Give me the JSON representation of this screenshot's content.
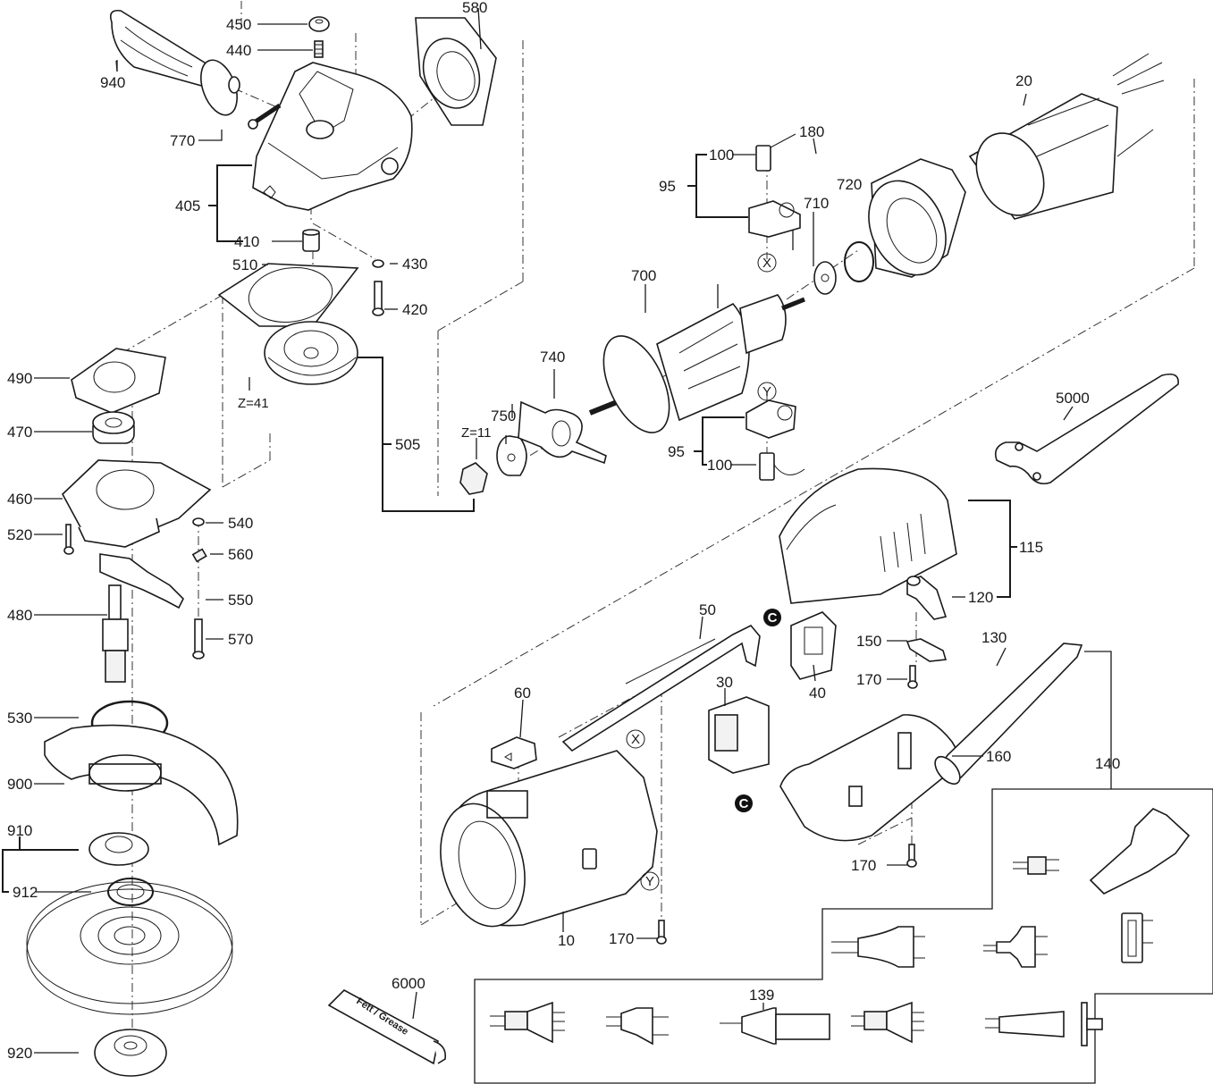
{
  "diagram": {
    "title": "Angle grinder exploded parts diagram",
    "parts": {
      "p10": "10",
      "p20": "20",
      "p30": "30",
      "p40": "40",
      "p50": "50",
      "p60": "60",
      "p95a": "95",
      "p95b": "95",
      "p100a": "100",
      "p100b": "100",
      "p115": "115",
      "p120": "120",
      "p130": "130",
      "p139": "139",
      "p140": "140",
      "p150": "150",
      "p160": "160",
      "p170a": "170",
      "p170b": "170",
      "p170c": "170",
      "p180": "180",
      "p405": "405",
      "p410": "410",
      "p420": "420",
      "p430": "430",
      "p440": "440",
      "p450": "450",
      "p460": "460",
      "p470": "470",
      "p480": "480",
      "p490": "490",
      "p505": "505",
      "p510": "510",
      "p520": "520",
      "p530": "530",
      "p540": "540",
      "p550": "550",
      "p560": "560",
      "p570": "570",
      "p580": "580",
      "p700": "700",
      "p710": "710",
      "p720": "720",
      "p740": "740",
      "p750": "750",
      "p770": "770",
      "p900": "900",
      "p910": "910",
      "p912": "912",
      "p920": "920",
      "p940": "940",
      "p5000": "5000",
      "p6000": "6000"
    },
    "gear_teeth": {
      "large": "Z=41",
      "small": "Z=11"
    },
    "reference_marks": {
      "x1": "X",
      "x2": "X",
      "y1": "Y",
      "y2": "Y",
      "c1": "C",
      "c2": "C"
    },
    "grease_tube_text": "Fett / Grease"
  }
}
